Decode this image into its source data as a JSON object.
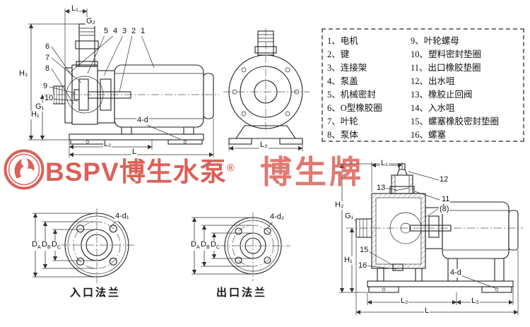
{
  "watermark": {
    "brand_text": "BSPV博生水泵",
    "registered": "®",
    "brand_name": "博生牌",
    "color": "#d6453c"
  },
  "parts_list": {
    "left": [
      "1、电机",
      "2、键",
      "3、连接架",
      "4、泵盖",
      "5、机械密封",
      "6、O型橡胶圈",
      "7、叶轮",
      "8、泵体"
    ],
    "right": [
      "9、叶轮螺母",
      "10、塑料密封垫圈",
      "11、出口橡胶垫圈",
      "12、出水咀",
      "13、橡胶止回阀",
      "14、入水咀",
      "15、螺塞橡胶密封垫圈",
      "16、螺塞"
    ]
  },
  "side_view": {
    "dim_l1": "L₁",
    "dim_g2": "G₂",
    "dim_h2": "H₂",
    "dim_g1": "G₁",
    "dim_h1": "H₁",
    "dim_l2": "L₂",
    "dim_l": "L",
    "dim_4d": "4-d",
    "callouts": {
      "c1": "1",
      "c2": "2",
      "c3": "3",
      "c4": "4",
      "c5": "5",
      "c6": "6",
      "c7": "7",
      "c8": "8",
      "c9": "9",
      "c10": "10"
    }
  },
  "front_view": {
    "dim_l3": "L₃"
  },
  "inlet_flange": {
    "caption": "入口法兰",
    "holes": "4-d₁",
    "dia": [
      {
        "base": "D",
        "sub": "A"
      },
      {
        "base": "D",
        "sub": "B"
      },
      {
        "base": "D",
        "sub": "C"
      }
    ]
  },
  "outlet_flange": {
    "caption": "出口法兰",
    "holes": "4-d₂",
    "dia": [
      {
        "base": "D",
        "sub": "A"
      },
      {
        "base": "D",
        "sub": "B"
      },
      {
        "base": "D",
        "sub": "C"
      }
    ]
  },
  "self_priming_view": {
    "dim_l1": "L₁",
    "dim_h2": "H₂",
    "dim_g1": "G₁",
    "dim_h1": "H₁",
    "dim_l2": "L₂",
    "dim_l3": "L₃",
    "dim_l": "L",
    "dim_4d": "4-d",
    "callouts": {
      "c11": "11",
      "c12": "12",
      "c13": "13",
      "c8": "(8)",
      "c15": "15",
      "c16": "16"
    }
  }
}
